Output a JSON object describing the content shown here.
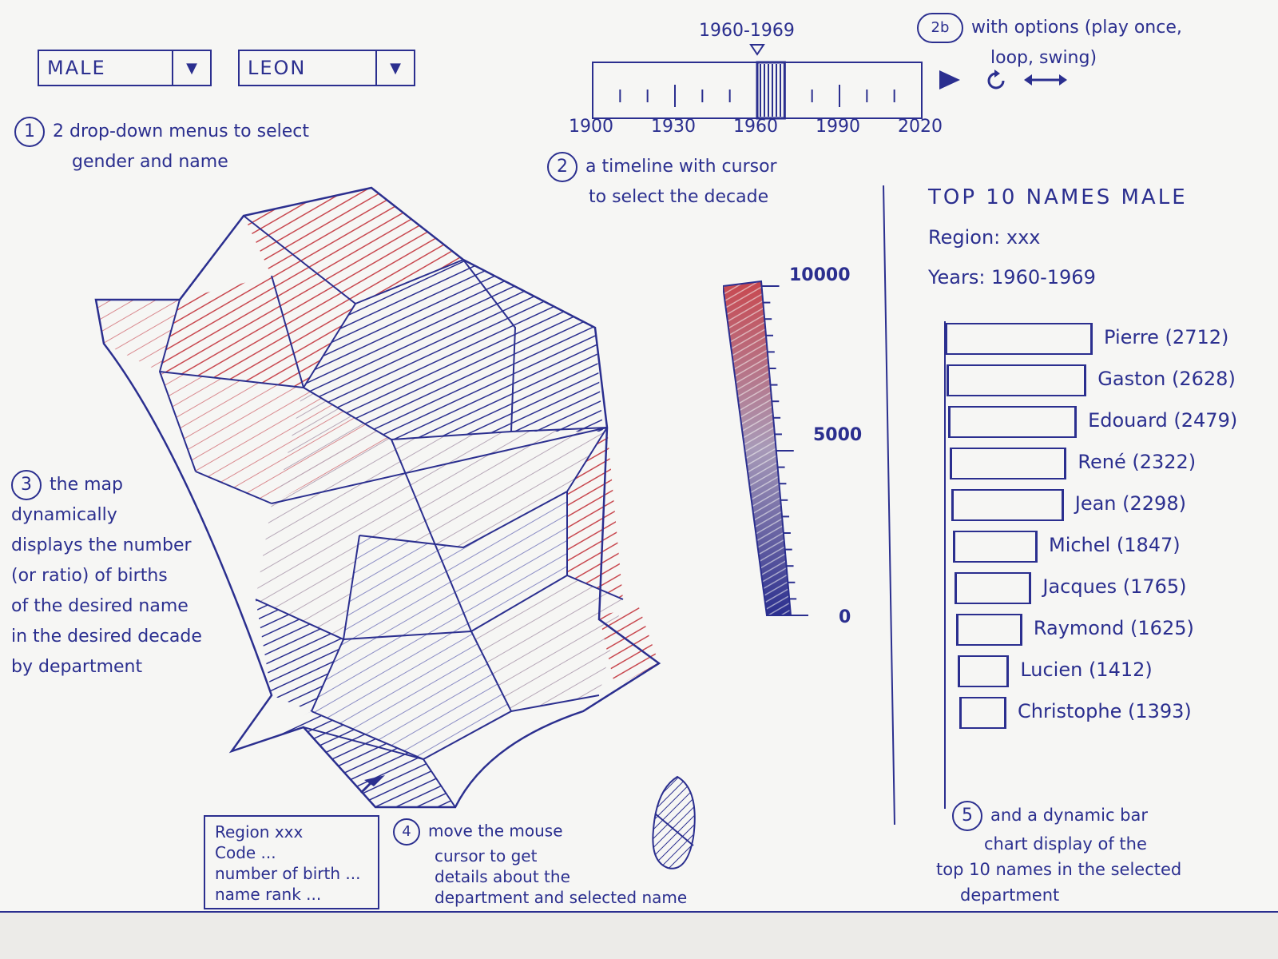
{
  "controls": {
    "gender_dropdown": {
      "value": "MALE"
    },
    "name_dropdown": {
      "value": "LEON"
    }
  },
  "notes": {
    "note1_number": "1",
    "note1_line1": "2 drop-down menus to select",
    "note1_line2": "gender and name",
    "note2_number": "2",
    "note2_line1": "a timeline with cursor",
    "note2_line2": "to select the decade",
    "note2b_number": "2b",
    "note2b_line1": "with options (play once,",
    "note2b_line2": "loop, swing)",
    "note3_number": "3",
    "note3_lines": [
      "the map",
      "dynamically",
      "displays the number",
      "(or ratio) of births",
      "of the desired name",
      "in the desired decade",
      "by department"
    ],
    "note4_number": "4",
    "note4_lines": [
      "move the mouse",
      "cursor to get",
      "details about the",
      "department and selected name"
    ],
    "note5_number": "5",
    "note5_lines": [
      "and a dynamic bar",
      "chart display of the",
      "top 10 names in the selected",
      "department"
    ]
  },
  "timeline": {
    "selected_label": "1960-1969",
    "tick_labels": [
      "1900",
      "1930",
      "1960",
      "1990",
      "2020"
    ],
    "start_year": 1900,
    "end_year": 2020,
    "selected_start": 1960,
    "selected_end": 1969
  },
  "legend": {
    "max_label": "10000",
    "mid_label": "5000",
    "min_label": "0",
    "high_color": "#c8484f",
    "low_color": "#2b2f8f"
  },
  "tooltip": {
    "line1": "Region xxx",
    "line2": "Code ...",
    "line3": "number of birth ...",
    "line4": "name rank ..."
  },
  "top10": {
    "title": "TOP 10 NAMES MALE",
    "region_line": "Region: xxx",
    "years_line": "Years: 1960-1969"
  },
  "chart_data": {
    "type": "bar",
    "orientation": "horizontal",
    "title": "TOP 10 NAMES MALE",
    "categories": [
      "Pierre",
      "Gaston",
      "Edouard",
      "René",
      "Jean",
      "Michel",
      "Jacques",
      "Raymond",
      "Lucien",
      "Christophe"
    ],
    "values": [
      2712,
      2628,
      2479,
      2322,
      2298,
      1847,
      1765,
      1625,
      1412,
      1393
    ],
    "labels": [
      "Pierre (2712)",
      "Gaston (2628)",
      "Edouard (2479)",
      "René (2322)",
      "Jean (2298)",
      "Michel (1847)",
      "Jacques (1765)",
      "Raymond (1625)",
      "Lucien (1412)",
      "Christophe (1393)"
    ]
  },
  "colors": {
    "ink": "#2b2f8f",
    "red": "#c8484f",
    "paper": "#f6f6f4"
  },
  "icons": {
    "play": "play-icon",
    "loop": "loop-icon",
    "swing": "swing-icon",
    "cursor": "mouse-cursor-icon"
  }
}
